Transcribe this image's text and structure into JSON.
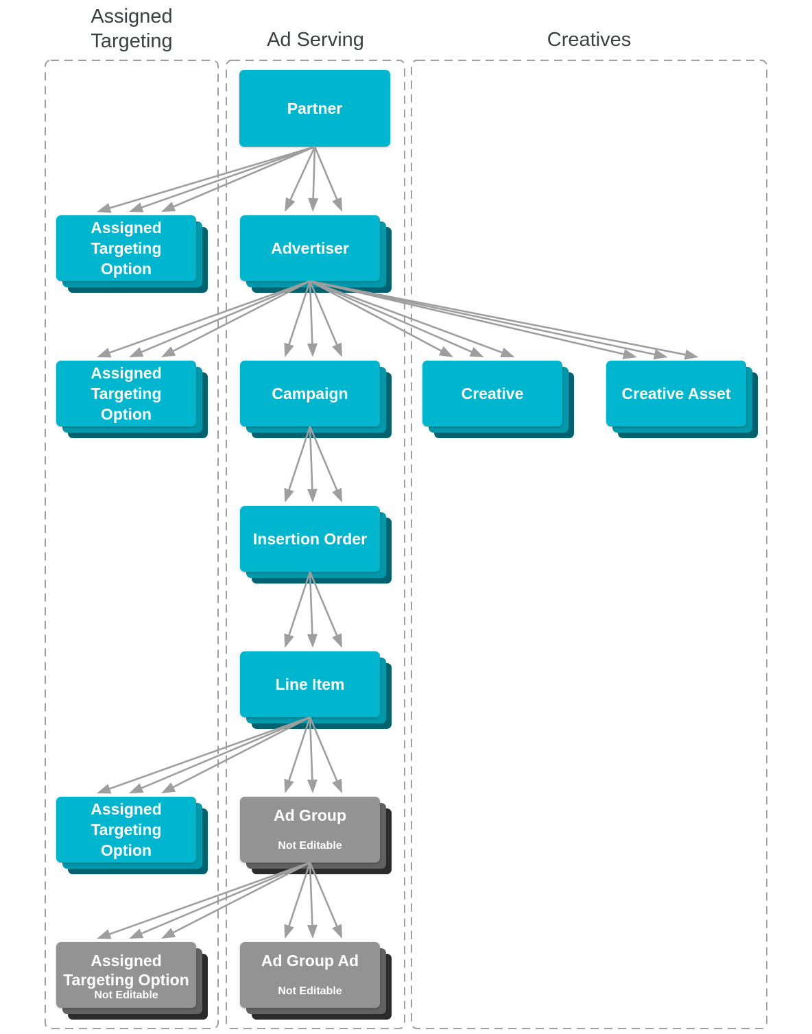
{
  "diagram": {
    "columns": [
      {
        "id": "assigned-targeting",
        "title": "Assigned Targeting"
      },
      {
        "id": "ad-serving",
        "title": "Ad Serving"
      },
      {
        "id": "creatives",
        "title": "Creatives"
      }
    ],
    "nodes": [
      {
        "id": "partner",
        "column": "ad-serving",
        "label": "Partner",
        "variant": "teal",
        "stacked": false
      },
      {
        "id": "ato1",
        "column": "assigned-targeting",
        "label": "Assigned\nTargeting\nOption",
        "variant": "teal",
        "stacked": true
      },
      {
        "id": "advertiser",
        "column": "ad-serving",
        "label": "Advertiser",
        "variant": "teal",
        "stacked": true
      },
      {
        "id": "ato2",
        "column": "assigned-targeting",
        "label": "Assigned\nTargeting\nOption",
        "variant": "teal",
        "stacked": true
      },
      {
        "id": "campaign",
        "column": "ad-serving",
        "label": "Campaign",
        "variant": "teal",
        "stacked": true
      },
      {
        "id": "creative",
        "column": "creatives",
        "label": "Creative",
        "variant": "teal",
        "stacked": true
      },
      {
        "id": "creative_asset",
        "column": "creatives",
        "label": "Creative Asset",
        "variant": "teal",
        "stacked": true
      },
      {
        "id": "insertion_order",
        "column": "ad-serving",
        "label": "Insertion Order",
        "variant": "teal",
        "stacked": true
      },
      {
        "id": "line_item",
        "column": "ad-serving",
        "label": "Line Item",
        "variant": "teal",
        "stacked": true
      },
      {
        "id": "ato3",
        "column": "assigned-targeting",
        "label": "Assigned\nTargeting\nOption",
        "variant": "teal",
        "stacked": true
      },
      {
        "id": "ad_group",
        "column": "ad-serving",
        "label": "Ad Group",
        "sublabel": "Not Editable",
        "variant": "gray",
        "stacked": true
      },
      {
        "id": "ato4",
        "column": "assigned-targeting",
        "label": "Assigned\nTargeting Option",
        "sublabel": "Not Editable",
        "variant": "gray",
        "stacked": true
      },
      {
        "id": "ad_group_ad",
        "column": "ad-serving",
        "label": "Ad Group Ad",
        "sublabel": "Not Editable",
        "variant": "gray",
        "stacked": true
      }
    ],
    "edges": [
      {
        "from": "partner",
        "to": "ato1"
      },
      {
        "from": "partner",
        "to": "advertiser"
      },
      {
        "from": "advertiser",
        "to": "ato2"
      },
      {
        "from": "advertiser",
        "to": "campaign"
      },
      {
        "from": "advertiser",
        "to": "creative"
      },
      {
        "from": "advertiser",
        "to": "creative_asset"
      },
      {
        "from": "campaign",
        "to": "insertion_order"
      },
      {
        "from": "insertion_order",
        "to": "line_item"
      },
      {
        "from": "line_item",
        "to": "ato3"
      },
      {
        "from": "line_item",
        "to": "ad_group"
      },
      {
        "from": "ad_group",
        "to": "ato4"
      },
      {
        "from": "ad_group",
        "to": "ad_group_ad"
      }
    ],
    "colors": {
      "node_teal": "#00b6cf",
      "node_teal_mid": "#0099ab",
      "node_teal_dark": "#00616f",
      "node_gray": "#939393",
      "node_gray_mid": "#616161",
      "node_gray_dark": "#2b2b2b",
      "arrow": "#9e9e9e",
      "column_border": "#9e9e9e",
      "title_text": "#3c4043",
      "node_text": "#ffffff"
    }
  }
}
